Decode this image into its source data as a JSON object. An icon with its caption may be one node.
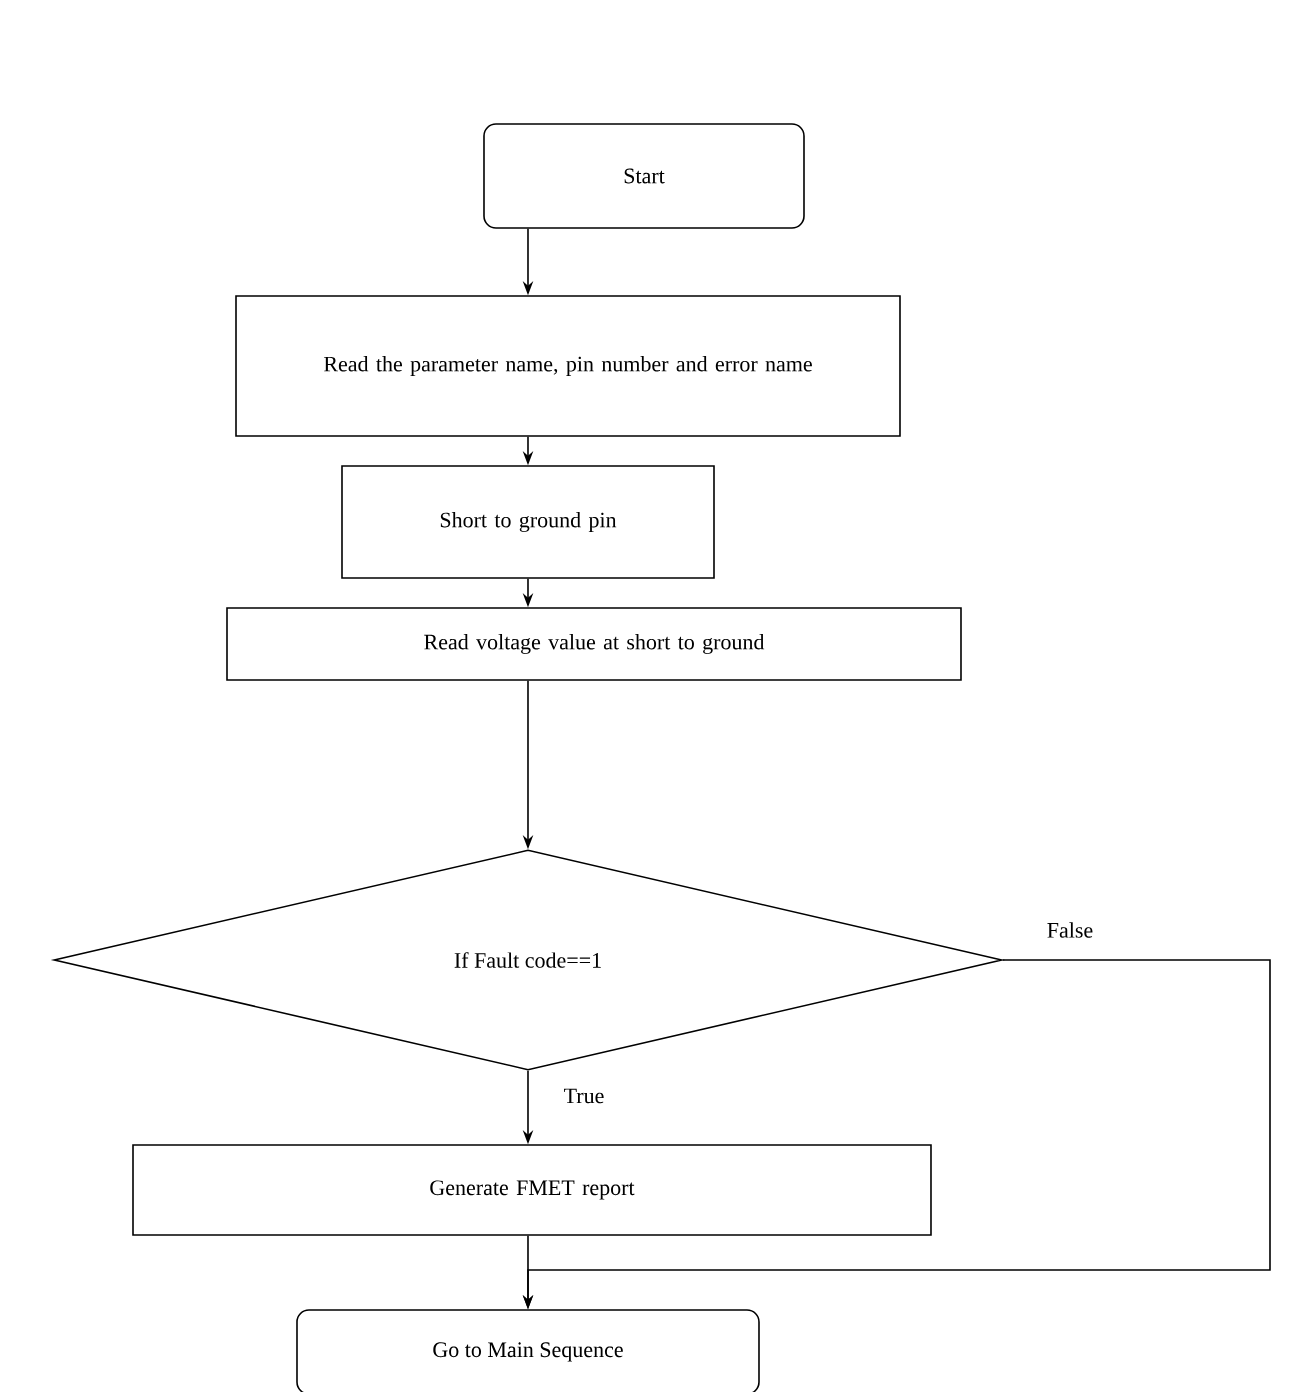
{
  "diagram": {
    "nodes": [
      {
        "text": [
          "Start"
        ]
      },
      {
        "text": [
          "Read the parameter name, pin number and error name"
        ]
      },
      {
        "text": [
          "Short to ground pin"
        ]
      },
      {
        "text": [
          "Read voltage value at short to ground"
        ]
      },
      {
        "text": [
          "If  Fault code==1"
        ]
      },
      {
        "text": [
          "Generate FMET report"
        ]
      },
      {
        "text": [
          "Go to Main Sequence"
        ]
      }
    ],
    "edges": [
      {
        "from": 0,
        "to": 1,
        "arrow": "to"
      },
      {
        "from": 1,
        "to": 2,
        "arrow": "to"
      },
      {
        "from": 2,
        "to": 3,
        "arrow": "to"
      },
      {
        "from": 3,
        "to": 4,
        "arrow": "to"
      },
      {
        "from": 4,
        "to": 5,
        "arrow": "to",
        "label": "True"
      },
      {
        "from": 4,
        "to": 6,
        "arrow": "to",
        "label": "False"
      },
      {
        "from": 5,
        "to": 6,
        "arrow": "to"
      }
    ]
  }
}
